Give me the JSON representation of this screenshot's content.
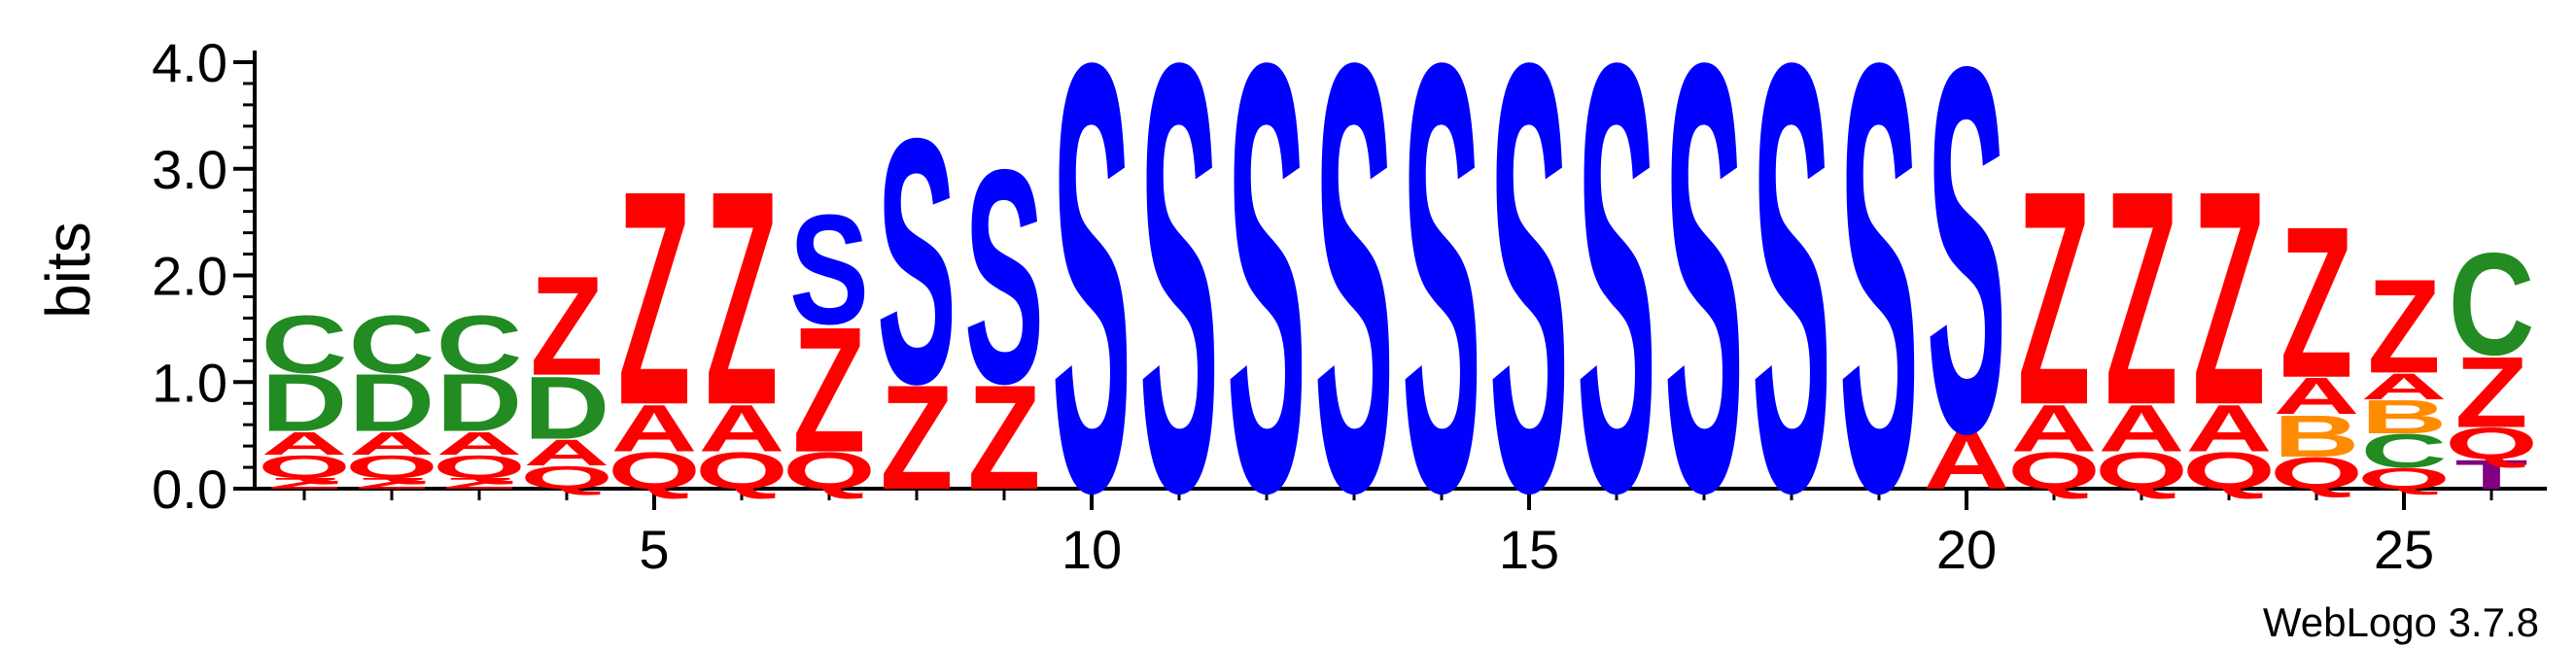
{
  "chart_data": {
    "type": "sequence-logo",
    "ylabel": "bits",
    "ylim": [
      0,
      4.0
    ],
    "y_ticks": [
      "0.0",
      "1.0",
      "2.0",
      "3.0",
      "4.0"
    ],
    "x_ticks": [
      5,
      10,
      15,
      20,
      25
    ],
    "footer": "WebLogo 3.7.8",
    "colors": {
      "Z": "#ff0000",
      "A": "#ff0000",
      "Q": "#ff0000",
      "S": "#0000ff",
      "C": "#228b22",
      "D": "#228b22",
      "B": "#ff8c00",
      "T": "#800080"
    },
    "positions": [
      {
        "pos": 1,
        "stack": [
          [
            "Z",
            0.1
          ],
          [
            "Q",
            0.22
          ],
          [
            "A",
            0.22
          ],
          [
            "D",
            0.55
          ],
          [
            "C",
            0.55
          ]
        ]
      },
      {
        "pos": 2,
        "stack": [
          [
            "Z",
            0.1
          ],
          [
            "Q",
            0.22
          ],
          [
            "A",
            0.22
          ],
          [
            "D",
            0.55
          ],
          [
            "C",
            0.55
          ]
        ]
      },
      {
        "pos": 3,
        "stack": [
          [
            "Z",
            0.1
          ],
          [
            "Q",
            0.22
          ],
          [
            "A",
            0.22
          ],
          [
            "D",
            0.55
          ],
          [
            "C",
            0.55
          ]
        ]
      },
      {
        "pos": 4,
        "stack": [
          [
            "Q",
            0.22
          ],
          [
            "A",
            0.25
          ],
          [
            "D",
            0.6
          ],
          [
            "Z",
            0.95
          ]
        ]
      },
      {
        "pos": 5,
        "stack": [
          [
            "Q",
            0.35
          ],
          [
            "A",
            0.45
          ],
          [
            "Z",
            2.05
          ]
        ]
      },
      {
        "pos": 6,
        "stack": [
          [
            "Q",
            0.35
          ],
          [
            "A",
            0.45
          ],
          [
            "Z",
            2.05
          ]
        ]
      },
      {
        "pos": 7,
        "stack": [
          [
            "Q",
            0.35
          ],
          [
            "Z",
            1.2
          ],
          [
            "S",
            1.05
          ]
        ]
      },
      {
        "pos": 8,
        "stack": [
          [
            "Z",
            1.0
          ],
          [
            "S",
            2.35
          ]
        ]
      },
      {
        "pos": 9,
        "stack": [
          [
            "Z",
            1.0
          ],
          [
            "S",
            2.05
          ]
        ]
      },
      {
        "pos": 10,
        "stack": [
          [
            "S",
            4.1
          ]
        ]
      },
      {
        "pos": 11,
        "stack": [
          [
            "S",
            4.1
          ]
        ]
      },
      {
        "pos": 12,
        "stack": [
          [
            "S",
            4.1
          ]
        ]
      },
      {
        "pos": 13,
        "stack": [
          [
            "S",
            4.1
          ]
        ]
      },
      {
        "pos": 14,
        "stack": [
          [
            "S",
            4.1
          ]
        ]
      },
      {
        "pos": 15,
        "stack": [
          [
            "S",
            4.1
          ]
        ]
      },
      {
        "pos": 16,
        "stack": [
          [
            "S",
            4.1
          ]
        ]
      },
      {
        "pos": 17,
        "stack": [
          [
            "S",
            4.1
          ]
        ]
      },
      {
        "pos": 18,
        "stack": [
          [
            "S",
            4.1
          ]
        ]
      },
      {
        "pos": 19,
        "stack": [
          [
            "S",
            4.1
          ]
        ]
      },
      {
        "pos": 20,
        "stack": [
          [
            "A",
            0.55
          ],
          [
            "S",
            3.5
          ]
        ]
      },
      {
        "pos": 21,
        "stack": [
          [
            "Q",
            0.35
          ],
          [
            "A",
            0.45
          ],
          [
            "Z",
            2.05
          ]
        ]
      },
      {
        "pos": 22,
        "stack": [
          [
            "Q",
            0.35
          ],
          [
            "A",
            0.45
          ],
          [
            "Z",
            2.05
          ]
        ]
      },
      {
        "pos": 23,
        "stack": [
          [
            "Q",
            0.35
          ],
          [
            "A",
            0.45
          ],
          [
            "Z",
            2.05
          ]
        ]
      },
      {
        "pos": 24,
        "stack": [
          [
            "Q",
            0.3
          ],
          [
            "B",
            0.4
          ],
          [
            "A",
            0.35
          ],
          [
            "Z",
            1.45
          ]
        ]
      },
      {
        "pos": 25,
        "stack": [
          [
            "Q",
            0.2
          ],
          [
            "C",
            0.32
          ],
          [
            "B",
            0.32
          ],
          [
            "A",
            0.25
          ],
          [
            "Z",
            0.9
          ]
        ]
      },
      {
        "pos": 26,
        "stack": [
          [
            "T",
            0.28
          ],
          [
            "Q",
            0.3
          ],
          [
            "Z",
            0.68
          ],
          [
            "C",
            0.98
          ]
        ]
      }
    ]
  }
}
